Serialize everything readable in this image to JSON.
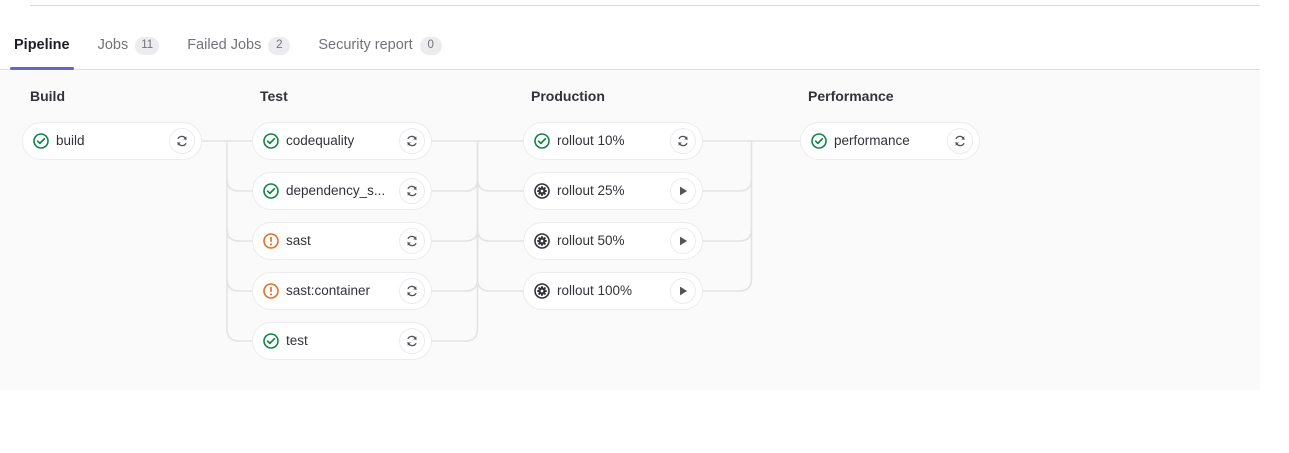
{
  "tabs": [
    {
      "label": "Pipeline",
      "badge": null,
      "active": true,
      "name": "tab-pipeline"
    },
    {
      "label": "Jobs",
      "badge": "11",
      "active": false,
      "name": "tab-jobs"
    },
    {
      "label": "Failed Jobs",
      "badge": "2",
      "active": false,
      "name": "tab-failed-jobs"
    },
    {
      "label": "Security report",
      "badge": "0",
      "active": false,
      "name": "tab-security-report"
    }
  ],
  "colors": {
    "success": "#108548",
    "warning": "#e17223",
    "manual": "#333238",
    "active_tab_underline": "#6666c4",
    "connector": "#e3e3e6",
    "panel_bg": "#fafafa"
  },
  "pipeline": {
    "stages": [
      {
        "name": "Build",
        "jobs": [
          {
            "name": "build",
            "status": "success",
            "action": "retry"
          }
        ]
      },
      {
        "name": "Test",
        "jobs": [
          {
            "name": "codequality",
            "status": "success",
            "action": "retry"
          },
          {
            "name": "dependency_s...",
            "status": "success",
            "action": "retry"
          },
          {
            "name": "sast",
            "status": "warning",
            "action": "retry"
          },
          {
            "name": "sast:container",
            "status": "warning",
            "action": "retry"
          },
          {
            "name": "test",
            "status": "success",
            "action": "retry"
          }
        ]
      },
      {
        "name": "Production",
        "jobs": [
          {
            "name": "rollout 10%",
            "status": "success",
            "action": "retry"
          },
          {
            "name": "rollout 25%",
            "status": "manual",
            "action": "play"
          },
          {
            "name": "rollout 50%",
            "status": "manual",
            "action": "play"
          },
          {
            "name": "rollout 100%",
            "status": "manual",
            "action": "play"
          }
        ]
      },
      {
        "name": "Performance",
        "jobs": [
          {
            "name": "performance",
            "status": "success",
            "action": "retry"
          }
        ]
      }
    ]
  }
}
